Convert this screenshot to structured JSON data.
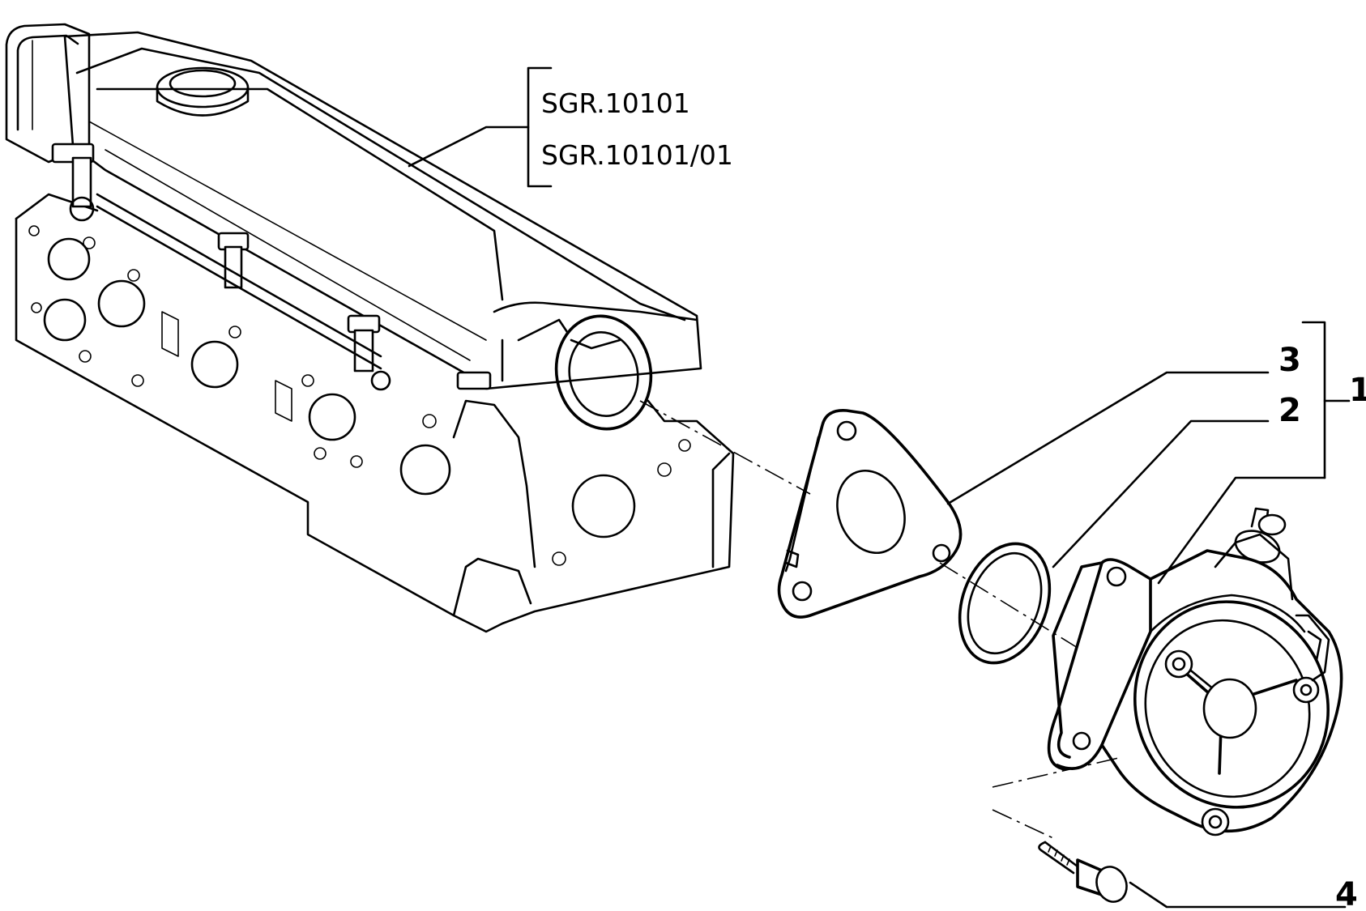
{
  "references": [
    "SGR.10101",
    "SGR.10101/01"
  ],
  "callouts": {
    "assembly": "1",
    "o_ring": "2",
    "gasket": "3",
    "screw": "4"
  }
}
